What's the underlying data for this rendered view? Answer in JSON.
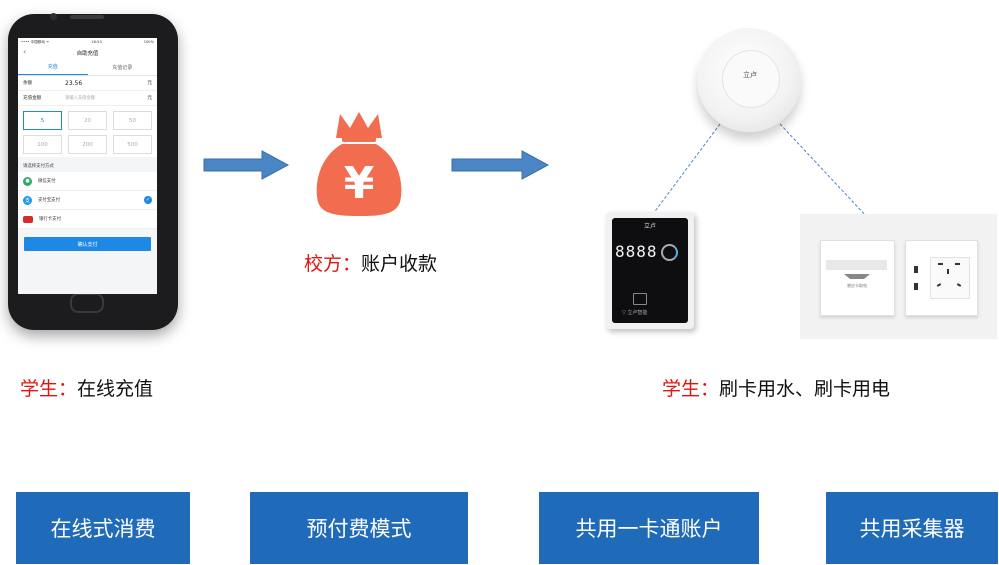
{
  "phone": {
    "status_carrier": "•••• 中国移动  ᯤ",
    "status_time": "16:53",
    "status_battery": "100%",
    "nav_title": "自助充值",
    "tab_recharge": "充值",
    "tab_records": "充值记录",
    "balance_label": "余额",
    "balance_value": "23.56",
    "balance_unit": "元",
    "amount_label": "充值金额",
    "amount_placeholder": "请输入充值金额",
    "amount_unit": "元",
    "amounts": [
      "5",
      "20",
      "50",
      "100",
      "200",
      "500"
    ],
    "pay_title": "请选择支付方式",
    "pay_wechat": "微信支付",
    "pay_alipay": "支付宝支付",
    "pay_bank": "银行卡支付",
    "confirm_label": "确认支付"
  },
  "captions": {
    "student_online_red": "学生：",
    "student_online_text": "在线充值",
    "school_red": "校方：",
    "school_text": "账户收款",
    "student_card_red": "学生：",
    "student_card_text": "刷卡用水、刷卡用电"
  },
  "bottom_boxes": [
    "在线式消费",
    "预付费模式",
    "共用一卡通账户",
    "共用采集器"
  ],
  "money_bag": {
    "symbol": "¥"
  },
  "devices": {
    "sensor_logo": "立卢",
    "meter_logo": "立卢",
    "meter_digits": "8888",
    "meter_footer": "▽ 立卢智能",
    "switch_caption": "感应卡取电"
  },
  "colors": {
    "accent_red": "#e0140c",
    "box_blue": "#1f6ab9",
    "arrow_blue": "#4a86c5",
    "money_orange": "#f26c4f",
    "app_blue": "#1e88e5"
  }
}
